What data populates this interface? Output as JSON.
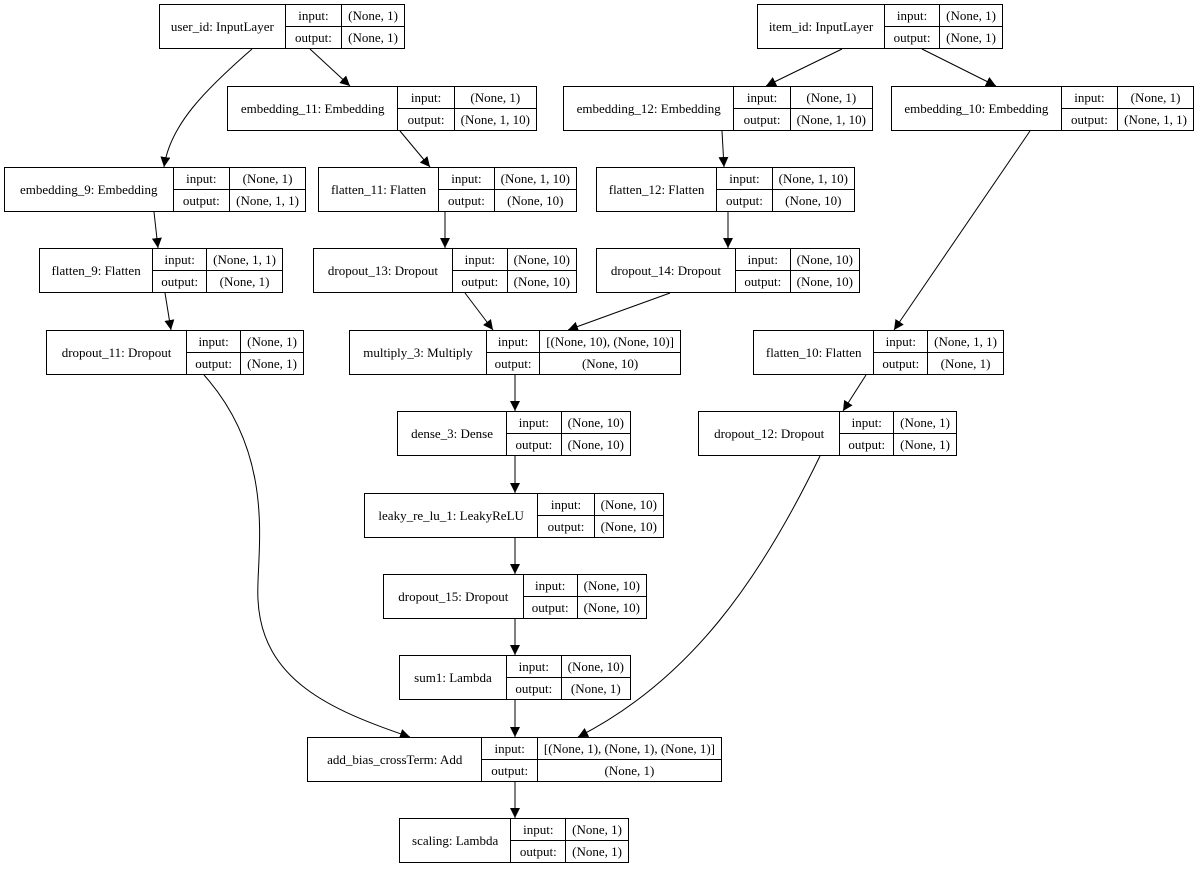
{
  "port_labels": {
    "input": "input:",
    "output": "output:"
  },
  "layers": [
    {
      "id": "user_id",
      "label": "user_id: InputLayer",
      "input": "(None, 1)",
      "output": "(None, 1)"
    },
    {
      "id": "item_id",
      "label": "item_id: InputLayer",
      "input": "(None, 1)",
      "output": "(None, 1)"
    },
    {
      "id": "embedding_11",
      "label": "embedding_11: Embedding",
      "input": "(None, 1)",
      "output": "(None, 1, 10)"
    },
    {
      "id": "embedding_12",
      "label": "embedding_12: Embedding",
      "input": "(None, 1)",
      "output": "(None, 1, 10)"
    },
    {
      "id": "embedding_10",
      "label": "embedding_10: Embedding",
      "input": "(None, 1)",
      "output": "(None, 1, 1)"
    },
    {
      "id": "embedding_9",
      "label": "embedding_9: Embedding",
      "input": "(None, 1)",
      "output": "(None, 1, 1)"
    },
    {
      "id": "flatten_11",
      "label": "flatten_11: Flatten",
      "input": "(None, 1, 10)",
      "output": "(None, 10)"
    },
    {
      "id": "flatten_12",
      "label": "flatten_12: Flatten",
      "input": "(None, 1, 10)",
      "output": "(None, 10)"
    },
    {
      "id": "flatten_9",
      "label": "flatten_9: Flatten",
      "input": "(None, 1, 1)",
      "output": "(None, 1)"
    },
    {
      "id": "dropout_13",
      "label": "dropout_13: Dropout",
      "input": "(None, 10)",
      "output": "(None, 10)"
    },
    {
      "id": "dropout_14",
      "label": "dropout_14: Dropout",
      "input": "(None, 10)",
      "output": "(None, 10)"
    },
    {
      "id": "dropout_11",
      "label": "dropout_11: Dropout",
      "input": "(None, 1)",
      "output": "(None, 1)"
    },
    {
      "id": "multiply_3",
      "label": "multiply_3: Multiply",
      "input": "[(None, 10), (None, 10)]",
      "output": "(None, 10)"
    },
    {
      "id": "flatten_10",
      "label": "flatten_10: Flatten",
      "input": "(None, 1, 1)",
      "output": "(None, 1)"
    },
    {
      "id": "dense_3",
      "label": "dense_3: Dense",
      "input": "(None, 10)",
      "output": "(None, 10)"
    },
    {
      "id": "dropout_12",
      "label": "dropout_12: Dropout",
      "input": "(None, 1)",
      "output": "(None, 1)"
    },
    {
      "id": "leaky_re_lu_1",
      "label": "leaky_re_lu_1: LeakyReLU",
      "input": "(None, 10)",
      "output": "(None, 10)"
    },
    {
      "id": "dropout_15",
      "label": "dropout_15: Dropout",
      "input": "(None, 10)",
      "output": "(None, 10)"
    },
    {
      "id": "sum1",
      "label": "sum1: Lambda",
      "input": "(None, 10)",
      "output": "(None, 1)"
    },
    {
      "id": "add_bias_crossTerm",
      "label": "add_bias_crossTerm: Add",
      "input": "[(None, 1), (None, 1), (None, 1)]",
      "output": "(None, 1)"
    },
    {
      "id": "scaling",
      "label": "scaling: Lambda",
      "input": "(None, 1)",
      "output": "(None, 1)"
    }
  ],
  "edges": [
    {
      "from": "user_id",
      "to": "embedding_9"
    },
    {
      "from": "user_id",
      "to": "embedding_11"
    },
    {
      "from": "item_id",
      "to": "embedding_12"
    },
    {
      "from": "item_id",
      "to": "embedding_10"
    },
    {
      "from": "embedding_11",
      "to": "flatten_11"
    },
    {
      "from": "embedding_12",
      "to": "flatten_12"
    },
    {
      "from": "embedding_9",
      "to": "flatten_9"
    },
    {
      "from": "embedding_10",
      "to": "flatten_10"
    },
    {
      "from": "flatten_11",
      "to": "dropout_13"
    },
    {
      "from": "flatten_12",
      "to": "dropout_14"
    },
    {
      "from": "flatten_9",
      "to": "dropout_11"
    },
    {
      "from": "dropout_13",
      "to": "multiply_3"
    },
    {
      "from": "dropout_14",
      "to": "multiply_3"
    },
    {
      "from": "multiply_3",
      "to": "dense_3"
    },
    {
      "from": "flatten_10",
      "to": "dropout_12"
    },
    {
      "from": "dense_3",
      "to": "leaky_re_lu_1"
    },
    {
      "from": "leaky_re_lu_1",
      "to": "dropout_15"
    },
    {
      "from": "dropout_15",
      "to": "sum1"
    },
    {
      "from": "dropout_11",
      "to": "add_bias_crossTerm"
    },
    {
      "from": "sum1",
      "to": "add_bias_crossTerm"
    },
    {
      "from": "dropout_12",
      "to": "add_bias_crossTerm"
    },
    {
      "from": "add_bias_crossTerm",
      "to": "scaling"
    }
  ]
}
